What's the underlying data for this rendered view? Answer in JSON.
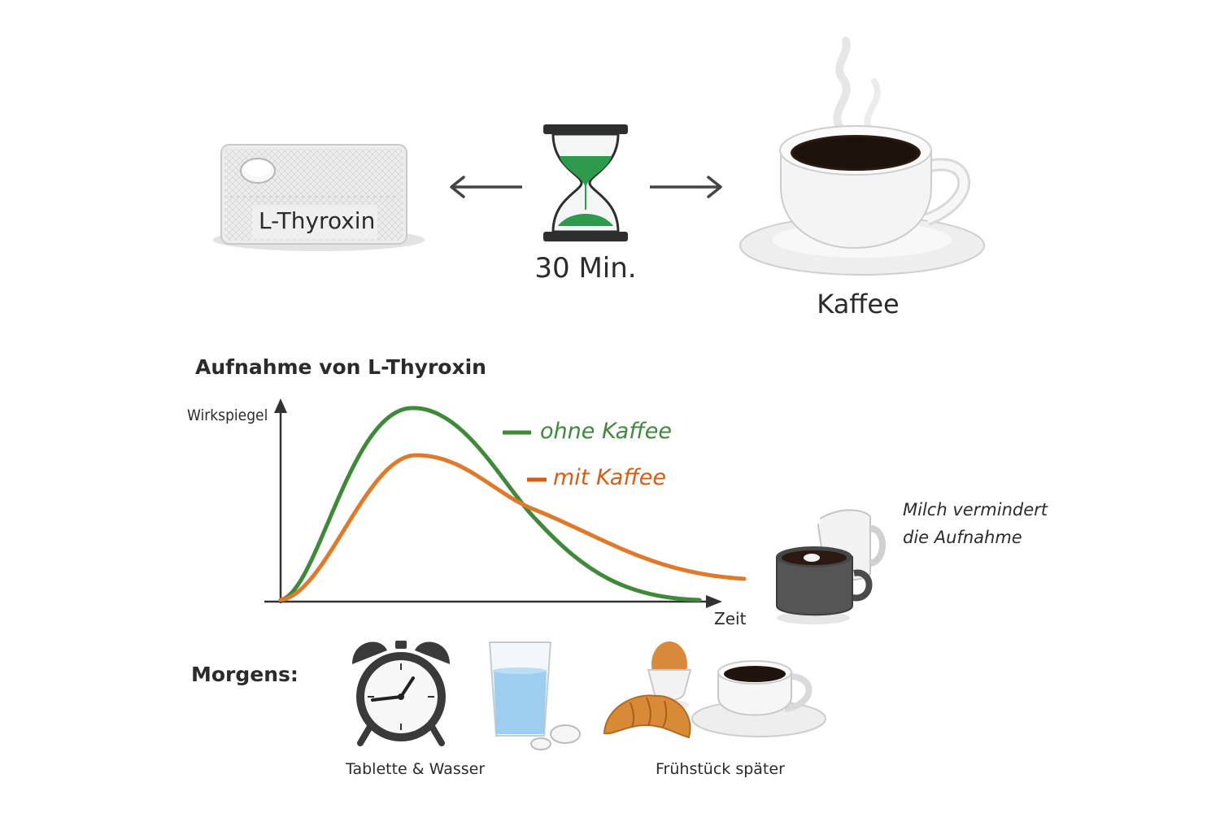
{
  "top": {
    "pill_pack_label": "L-Thyroxin",
    "wait_label": "30 Min.",
    "coffee_label": "Kaffee"
  },
  "chart": {
    "title": "Aufnahme von L-Thyroxin",
    "ylabel": "Wirkspiegel",
    "xlabel": "Zeit",
    "legend_green": "ohne Kaffee",
    "legend_orange": "mit Kaffee"
  },
  "milk_note": {
    "line1": "Milch vermindert",
    "line2": "die Aufnahme"
  },
  "morning": {
    "title": "Morgens:",
    "caption_left": "Tablette & Wasser",
    "caption_right": "Frühstück später"
  },
  "colors": {
    "green": "#3f8a3a",
    "orange": "#e07a2a",
    "hourglass_sand": "#2e9a4c"
  }
}
